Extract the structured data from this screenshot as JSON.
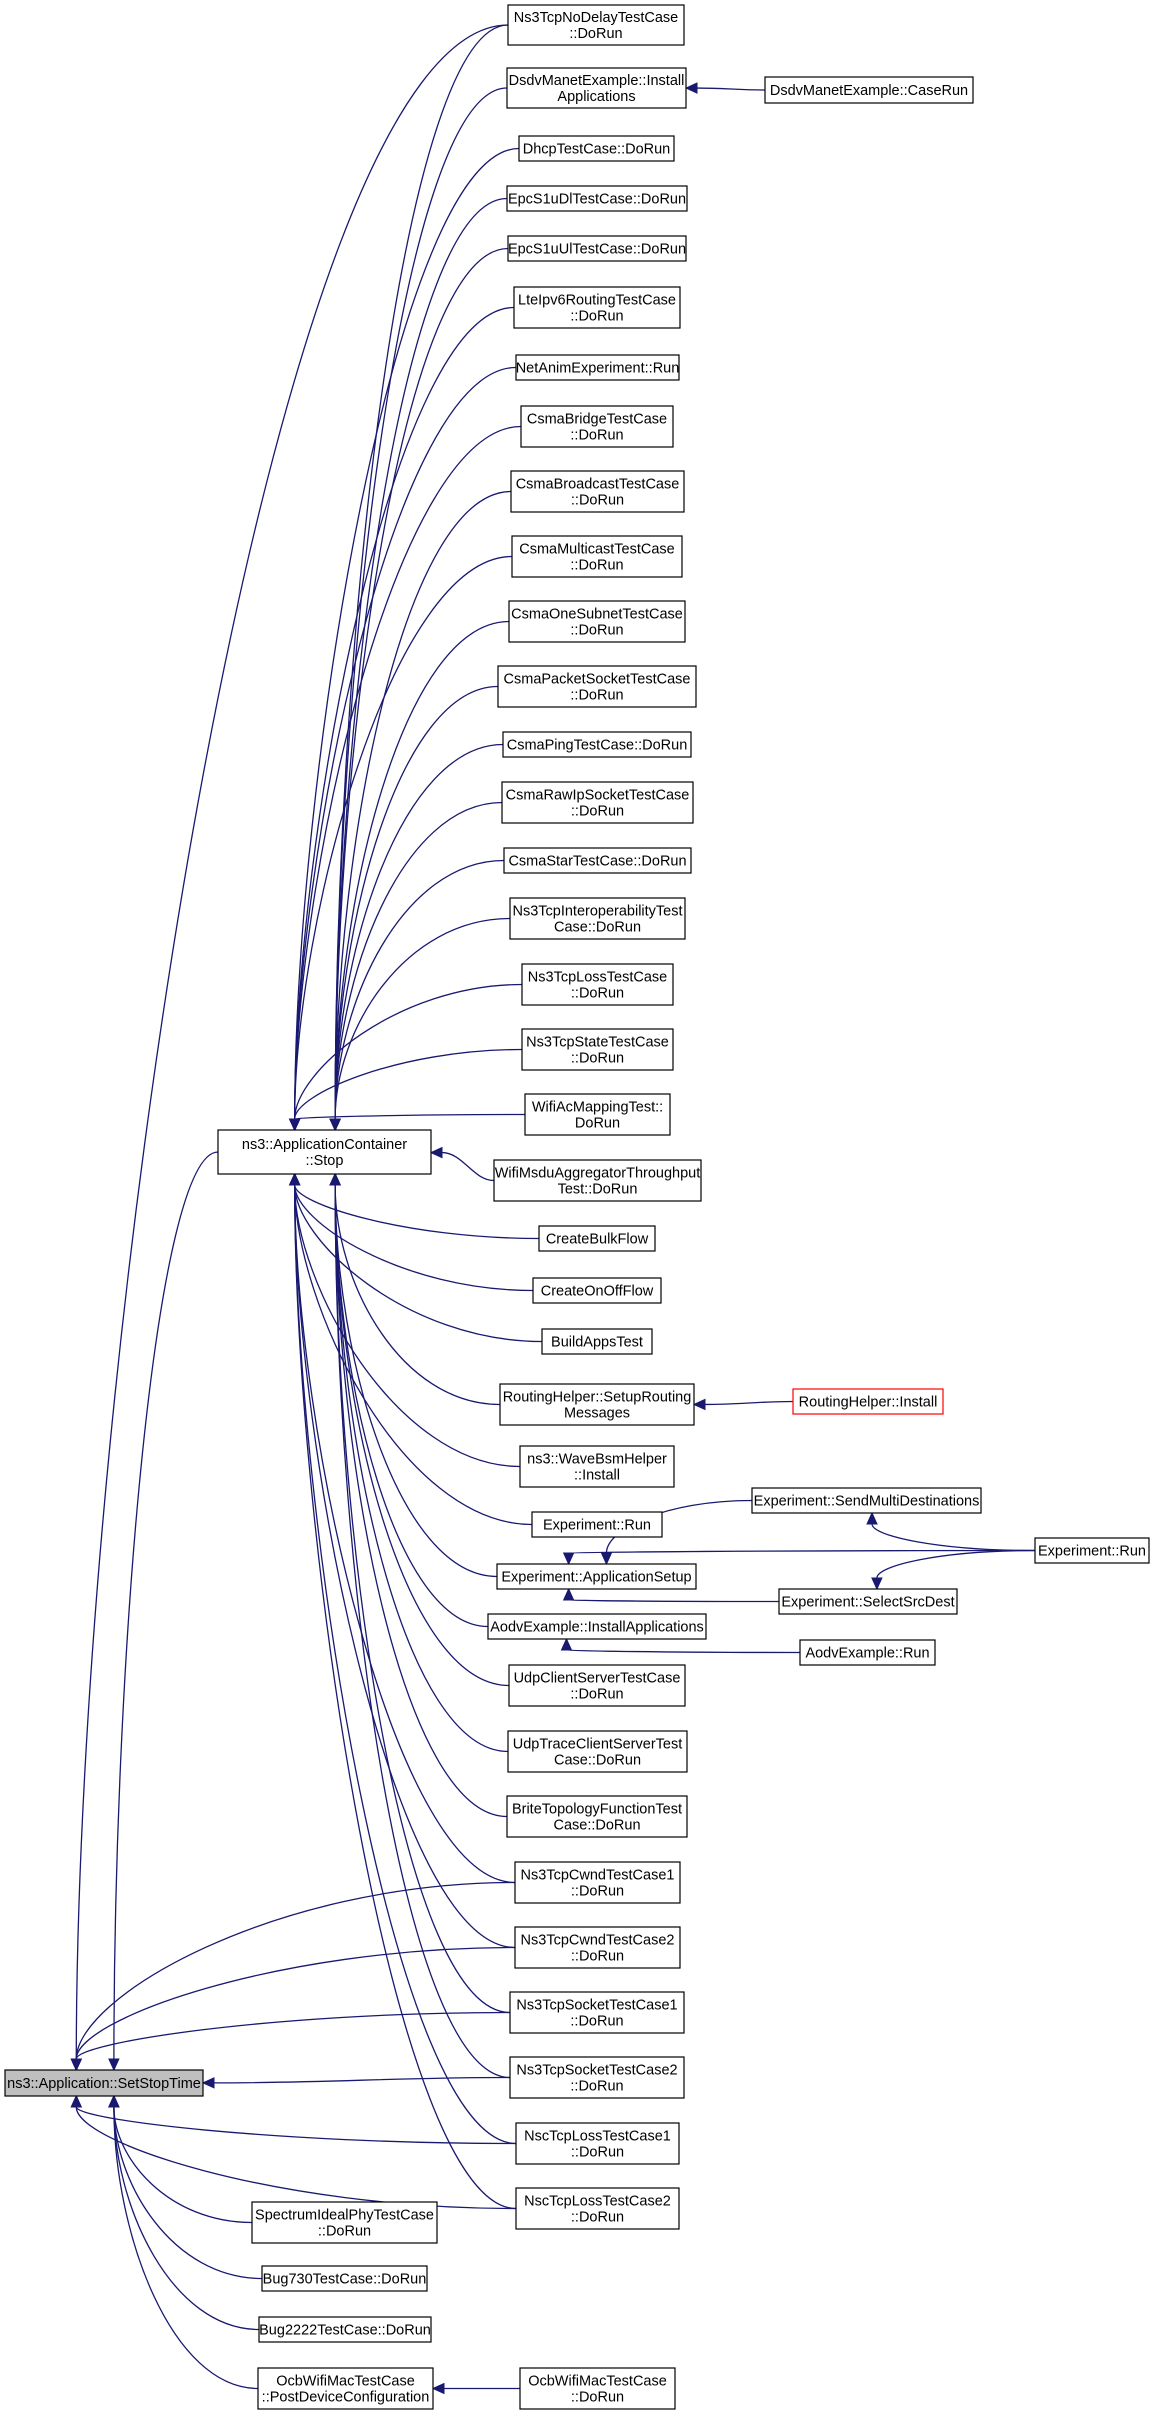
{
  "colors": {
    "edge": "#191970",
    "node_border": "#000000",
    "root_fill": "#bfbfbf",
    "truncated_border": "#ff0000",
    "background": "#ffffff"
  },
  "nodes": {
    "set_stop_time": {
      "lines": [
        "ns3::Application::SetStopTime"
      ],
      "style": "root"
    },
    "app_container_stop": {
      "lines": [
        "ns3::ApplicationContainer",
        "::Stop"
      ]
    },
    "ns3tcp_nodelay": {
      "lines": [
        "Ns3TcpNoDelayTestCase",
        "::DoRun"
      ]
    },
    "dsdv_install": {
      "lines": [
        "DsdvManetExample::Install",
        "Applications"
      ]
    },
    "dsdv_caserun": {
      "lines": [
        "DsdvManetExample::CaseRun"
      ]
    },
    "dhcp": {
      "lines": [
        "DhcpTestCase::DoRun"
      ]
    },
    "epc_dl": {
      "lines": [
        "EpcS1uDlTestCase::DoRun"
      ]
    },
    "epc_ul": {
      "lines": [
        "EpcS1uUlTestCase::DoRun"
      ]
    },
    "lte_ipv6": {
      "lines": [
        "LteIpv6RoutingTestCase",
        "::DoRun"
      ]
    },
    "netanim": {
      "lines": [
        "NetAnimExperiment::Run"
      ]
    },
    "csma_bridge": {
      "lines": [
        "CsmaBridgeTestCase",
        "::DoRun"
      ]
    },
    "csma_broadcast": {
      "lines": [
        "CsmaBroadcastTestCase",
        "::DoRun"
      ]
    },
    "csma_multicast": {
      "lines": [
        "CsmaMulticastTestCase",
        "::DoRun"
      ]
    },
    "csma_onesubnet": {
      "lines": [
        "CsmaOneSubnetTestCase",
        "::DoRun"
      ]
    },
    "csma_packetsocket": {
      "lines": [
        "CsmaPacketSocketTestCase",
        "::DoRun"
      ]
    },
    "csma_ping": {
      "lines": [
        "CsmaPingTestCase::DoRun"
      ]
    },
    "csma_rawip": {
      "lines": [
        "CsmaRawIpSocketTestCase",
        "::DoRun"
      ]
    },
    "csma_star": {
      "lines": [
        "CsmaStarTestCase::DoRun"
      ]
    },
    "ns3tcp_interop": {
      "lines": [
        "Ns3TcpInteroperabilityTest",
        "Case::DoRun"
      ]
    },
    "ns3tcp_loss": {
      "lines": [
        "Ns3TcpLossTestCase",
        "::DoRun"
      ]
    },
    "ns3tcp_state": {
      "lines": [
        "Ns3TcpStateTestCase",
        "::DoRun"
      ]
    },
    "wifi_acmapping": {
      "lines": [
        "WifiAcMappingTest::",
        "DoRun"
      ]
    },
    "wifi_msdu": {
      "lines": [
        "WifiMsduAggregatorThroughput",
        "Test::DoRun"
      ]
    },
    "create_bulk": {
      "lines": [
        "CreateBulkFlow"
      ]
    },
    "create_onoff": {
      "lines": [
        "CreateOnOffFlow"
      ]
    },
    "build_apps": {
      "lines": [
        "BuildAppsTest"
      ]
    },
    "routing_setup": {
      "lines": [
        "RoutingHelper::SetupRouting",
        "Messages"
      ]
    },
    "routing_install": {
      "lines": [
        "RoutingHelper::Install"
      ],
      "style": "truncated"
    },
    "wavebsm_install": {
      "lines": [
        "ns3::WaveBsmHelper",
        "::Install"
      ]
    },
    "experiment_run_a": {
      "lines": [
        "Experiment::Run"
      ]
    },
    "exp_sendmulti": {
      "lines": [
        "Experiment::SendMultiDestinations"
      ]
    },
    "experiment_run_b": {
      "lines": [
        "Experiment::Run"
      ]
    },
    "exp_appsetup": {
      "lines": [
        "Experiment::ApplicationSetup"
      ]
    },
    "exp_selectsrc": {
      "lines": [
        "Experiment::SelectSrcDest"
      ]
    },
    "aodv_install": {
      "lines": [
        "AodvExample::InstallApplications"
      ]
    },
    "aodv_run": {
      "lines": [
        "AodvExample::Run"
      ]
    },
    "udp_clientserver": {
      "lines": [
        "UdpClientServerTestCase",
        "::DoRun"
      ]
    },
    "udp_trace": {
      "lines": [
        "UdpTraceClientServerTest",
        "Case::DoRun"
      ]
    },
    "brite": {
      "lines": [
        "BriteTopologyFunctionTest",
        "Case::DoRun"
      ]
    },
    "ns3tcp_cwnd1": {
      "lines": [
        "Ns3TcpCwndTestCase1",
        "::DoRun"
      ]
    },
    "ns3tcp_cwnd2": {
      "lines": [
        "Ns3TcpCwndTestCase2",
        "::DoRun"
      ]
    },
    "ns3tcp_socket1": {
      "lines": [
        "Ns3TcpSocketTestCase1",
        "::DoRun"
      ]
    },
    "ns3tcp_socket2": {
      "lines": [
        "Ns3TcpSocketTestCase2",
        "::DoRun"
      ]
    },
    "nsc_loss1": {
      "lines": [
        "NscTcpLossTestCase1",
        "::DoRun"
      ]
    },
    "nsc_loss2": {
      "lines": [
        "NscTcpLossTestCase2",
        "::DoRun"
      ]
    },
    "spectrum": {
      "lines": [
        "SpectrumIdealPhyTestCase",
        "::DoRun"
      ]
    },
    "bug730": {
      "lines": [
        "Bug730TestCase::DoRun"
      ]
    },
    "bug2222": {
      "lines": [
        "Bug2222TestCase::DoRun"
      ]
    },
    "ocb_postdevice": {
      "lines": [
        "OcbWifiMacTestCase",
        "::PostDeviceConfiguration"
      ]
    },
    "ocb_dorun": {
      "lines": [
        "OcbWifiMacTestCase",
        "::DoRun"
      ]
    }
  },
  "edges": [
    {
      "from": "ns3tcp_nodelay",
      "to": "set_stop_time"
    },
    {
      "from": "app_container_stop",
      "to": "set_stop_time"
    },
    {
      "from": "ns3tcp_cwnd1",
      "to": "set_stop_time"
    },
    {
      "from": "ns3tcp_cwnd2",
      "to": "set_stop_time"
    },
    {
      "from": "ns3tcp_socket1",
      "to": "set_stop_time"
    },
    {
      "from": "ns3tcp_socket2",
      "to": "set_stop_time"
    },
    {
      "from": "nsc_loss1",
      "to": "set_stop_time"
    },
    {
      "from": "nsc_loss2",
      "to": "set_stop_time"
    },
    {
      "from": "spectrum",
      "to": "set_stop_time"
    },
    {
      "from": "bug730",
      "to": "set_stop_time"
    },
    {
      "from": "bug2222",
      "to": "set_stop_time"
    },
    {
      "from": "ocb_postdevice",
      "to": "set_stop_time"
    },
    {
      "from": "ns3tcp_nodelay",
      "to": "app_container_stop"
    },
    {
      "from": "dsdv_install",
      "to": "app_container_stop"
    },
    {
      "from": "dhcp",
      "to": "app_container_stop"
    },
    {
      "from": "epc_dl",
      "to": "app_container_stop"
    },
    {
      "from": "epc_ul",
      "to": "app_container_stop"
    },
    {
      "from": "lte_ipv6",
      "to": "app_container_stop"
    },
    {
      "from": "netanim",
      "to": "app_container_stop"
    },
    {
      "from": "csma_bridge",
      "to": "app_container_stop"
    },
    {
      "from": "csma_broadcast",
      "to": "app_container_stop"
    },
    {
      "from": "csma_multicast",
      "to": "app_container_stop"
    },
    {
      "from": "csma_onesubnet",
      "to": "app_container_stop"
    },
    {
      "from": "csma_packetsocket",
      "to": "app_container_stop"
    },
    {
      "from": "csma_ping",
      "to": "app_container_stop"
    },
    {
      "from": "csma_rawip",
      "to": "app_container_stop"
    },
    {
      "from": "csma_star",
      "to": "app_container_stop"
    },
    {
      "from": "ns3tcp_interop",
      "to": "app_container_stop"
    },
    {
      "from": "ns3tcp_loss",
      "to": "app_container_stop"
    },
    {
      "from": "ns3tcp_state",
      "to": "app_container_stop"
    },
    {
      "from": "wifi_acmapping",
      "to": "app_container_stop"
    },
    {
      "from": "wifi_msdu",
      "to": "app_container_stop"
    },
    {
      "from": "create_bulk",
      "to": "app_container_stop"
    },
    {
      "from": "create_onoff",
      "to": "app_container_stop"
    },
    {
      "from": "build_apps",
      "to": "app_container_stop"
    },
    {
      "from": "routing_setup",
      "to": "app_container_stop"
    },
    {
      "from": "wavebsm_install",
      "to": "app_container_stop"
    },
    {
      "from": "experiment_run_a",
      "to": "app_container_stop"
    },
    {
      "from": "exp_appsetup",
      "to": "app_container_stop"
    },
    {
      "from": "aodv_install",
      "to": "app_container_stop"
    },
    {
      "from": "udp_clientserver",
      "to": "app_container_stop"
    },
    {
      "from": "udp_trace",
      "to": "app_container_stop"
    },
    {
      "from": "brite",
      "to": "app_container_stop"
    },
    {
      "from": "ns3tcp_cwnd1",
      "to": "app_container_stop"
    },
    {
      "from": "ns3tcp_cwnd2",
      "to": "app_container_stop"
    },
    {
      "from": "ns3tcp_socket1",
      "to": "app_container_stop"
    },
    {
      "from": "ns3tcp_socket2",
      "to": "app_container_stop"
    },
    {
      "from": "nsc_loss1",
      "to": "app_container_stop"
    },
    {
      "from": "nsc_loss2",
      "to": "app_container_stop"
    },
    {
      "from": "dsdv_caserun",
      "to": "dsdv_install"
    },
    {
      "from": "routing_install",
      "to": "routing_setup"
    },
    {
      "from": "exp_sendmulti",
      "to": "exp_appsetup"
    },
    {
      "from": "experiment_run_b",
      "to": "exp_appsetup"
    },
    {
      "from": "exp_selectsrc",
      "to": "exp_appsetup"
    },
    {
      "from": "experiment_run_b",
      "to": "exp_sendmulti"
    },
    {
      "from": "experiment_run_b",
      "to": "exp_selectsrc"
    },
    {
      "from": "aodv_run",
      "to": "aodv_install"
    },
    {
      "from": "ocb_dorun",
      "to": "ocb_postdevice"
    }
  ]
}
